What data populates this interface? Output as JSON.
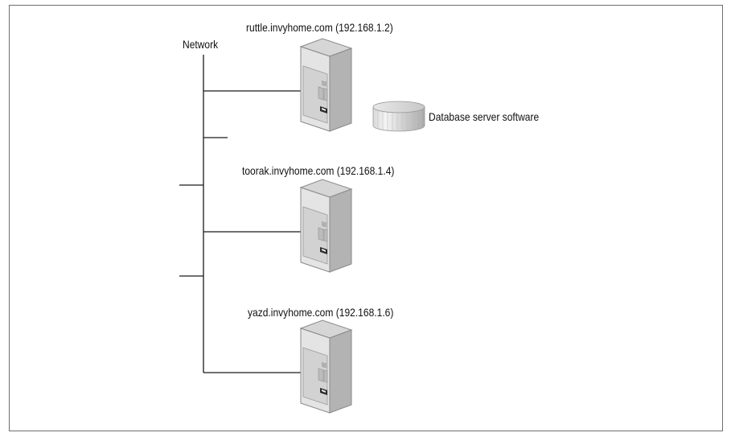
{
  "network": {
    "label": "Network"
  },
  "servers": [
    {
      "id": "ruttle",
      "label": "ruttle.invyhome.com (192.168.1.2)"
    },
    {
      "id": "toorak",
      "label": "toorak.invyhome.com (192.168.1.4)"
    },
    {
      "id": "yazd",
      "label": "yazd.invyhome.com (192.168.1.6)"
    }
  ],
  "database": {
    "label": "Database server software"
  },
  "colors": {
    "line": "#1a1a1a",
    "server_front": "#e6e6e6",
    "server_side": "#b5b5b5",
    "server_top": "#cfcfcf",
    "frame": "#6f6f6f"
  }
}
